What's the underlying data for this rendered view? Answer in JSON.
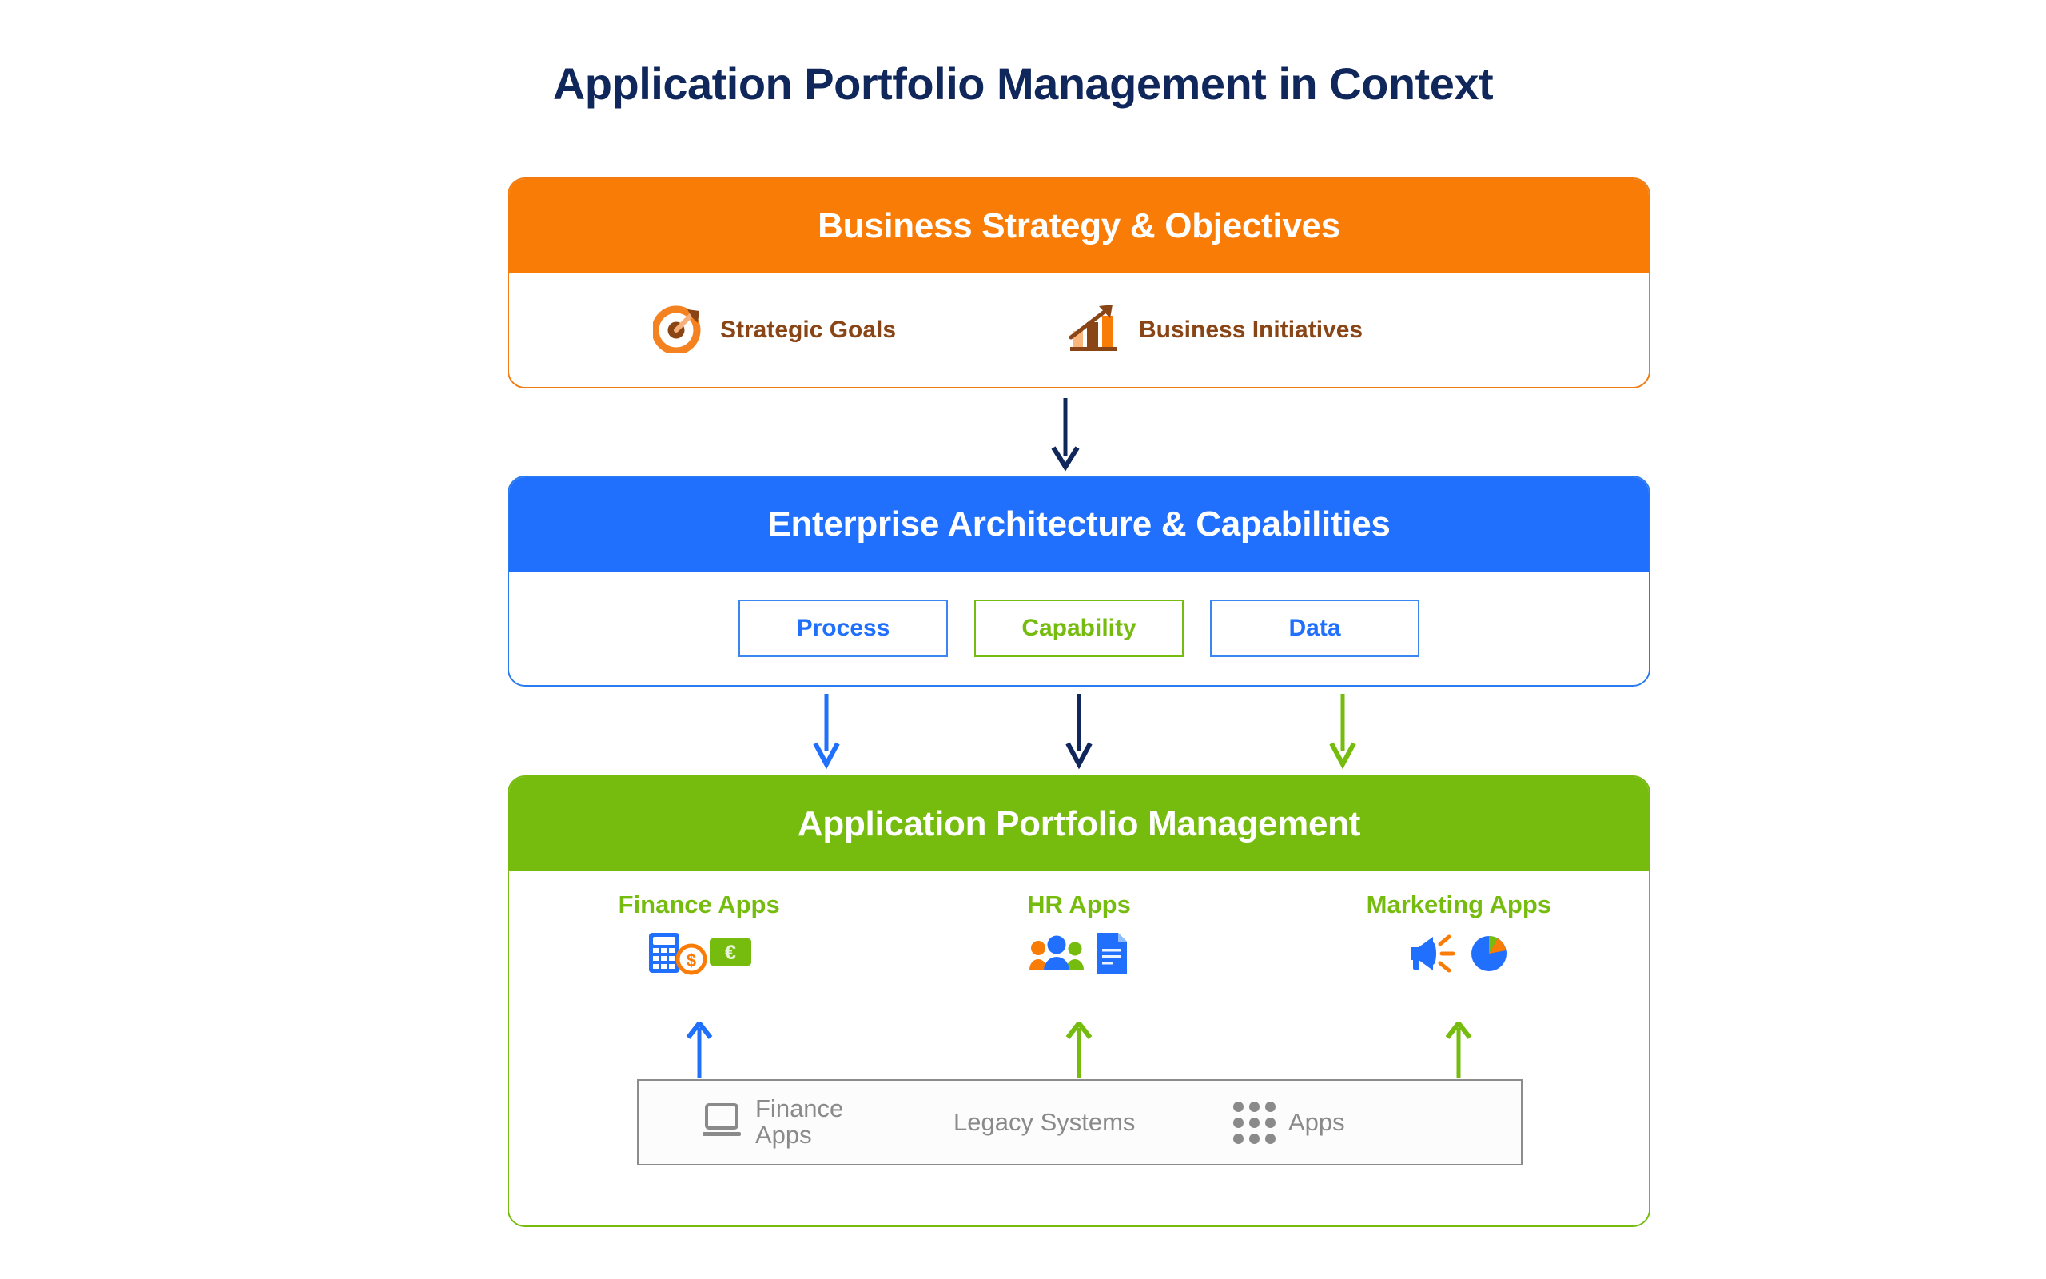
{
  "page": {
    "title": "Application Portfolio Management in Context",
    "title_color": "#10275c",
    "background": "#ffffff"
  },
  "palette": {
    "orange": "#f97c07",
    "orange_border": "#f07c12",
    "brown": "#8a4516",
    "blue": "#2070fd",
    "blue_border": "#3b86f0",
    "green": "#76bc0f",
    "navy": "#10275c",
    "gray": "#8a8a8a"
  },
  "layers": {
    "strategy": {
      "header": "Business Strategy & Objectives",
      "header_bg": "#f97c07",
      "items": [
        {
          "label": "Strategic Goals",
          "icon": "target-icon"
        },
        {
          "label": "Business Initiatives",
          "icon": "bar-chart-growth-icon"
        }
      ]
    },
    "architecture": {
      "header": "Enterprise Architecture & Capabilities",
      "header_bg": "#2070fd",
      "chips": [
        {
          "label": "Process",
          "color": "#2070fd",
          "border": "#3b86f0"
        },
        {
          "label": "Capability",
          "color": "#76bc0f",
          "border": "#76bc0f"
        },
        {
          "label": "Data",
          "color": "#2070fd",
          "border": "#3b86f0"
        }
      ]
    },
    "apm": {
      "header": "Application Portfolio Management",
      "header_bg": "#76bc0f",
      "columns": [
        {
          "title": "Finance Apps",
          "icons": [
            "calculator-icon",
            "dollar-coin-icon",
            "euro-banknote-icon"
          ]
        },
        {
          "title": "HR Apps",
          "icons": [
            "people-group-icon",
            "document-icon"
          ]
        },
        {
          "title": "Marketing Apps",
          "icons": [
            "megaphone-icon",
            "pie-chart-icon"
          ]
        }
      ],
      "legacy_strip": [
        {
          "label": "Finance\nApps",
          "icon": "monitor-icon"
        },
        {
          "label": "Legacy Systems",
          "icon": "none"
        },
        {
          "label": "Apps",
          "icon": "app-grid-icon"
        }
      ]
    }
  },
  "connectors": {
    "strategy_to_architecture": {
      "direction": "down",
      "color": "#10275c"
    },
    "architecture_to_apm": [
      {
        "direction": "down",
        "color": "#2070fd"
      },
      {
        "direction": "down",
        "color": "#10275c"
      },
      {
        "direction": "down",
        "color": "#76bc0f"
      }
    ],
    "legacy_to_apps": [
      {
        "direction": "up",
        "color": "#2070fd"
      },
      {
        "direction": "up",
        "color": "#76bc0f"
      },
      {
        "direction": "up",
        "color": "#76bc0f"
      }
    ]
  }
}
